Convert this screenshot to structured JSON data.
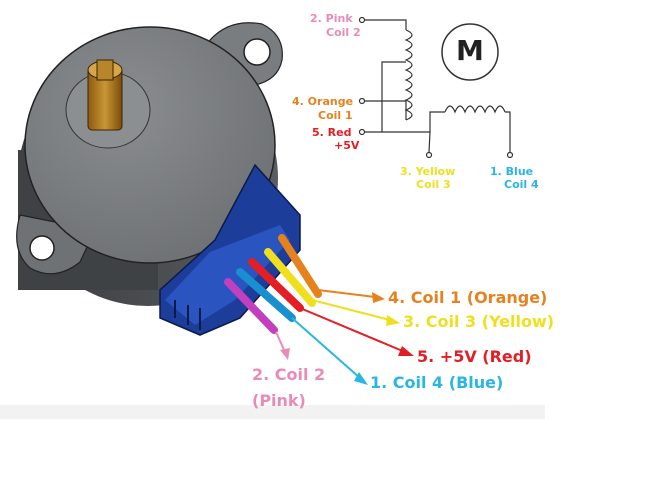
{
  "colors": {
    "pink": "#e88bb8",
    "orange": "#e6821e",
    "red": "#e31e24",
    "yellow": "#f0df1e",
    "blue": "#29b6e4",
    "motor_body": "#7f8285",
    "housing_blue": "#1d3d9a"
  },
  "schematic": {
    "motor_symbol": "M",
    "pink_label": "2. Pink",
    "pink_sub": "Coil 2",
    "orange_label": "4. Orange",
    "orange_sub": "Coil 1",
    "red_label": "5. Red",
    "red_sub": "+5V",
    "yellow_label": "3. Yellow",
    "yellow_sub": "Coil 3",
    "blue_label": "1. Blue",
    "blue_sub": "Coil 4"
  },
  "wires": {
    "orange": "4. Coil 1 (Orange)",
    "yellow": "3. Coil 3 (Yellow)",
    "red": "5. +5V (Red)",
    "blue": "1. Coil 4 (Blue)",
    "pink_line1": "2. Coil 2",
    "pink_line2": "(Pink)"
  }
}
